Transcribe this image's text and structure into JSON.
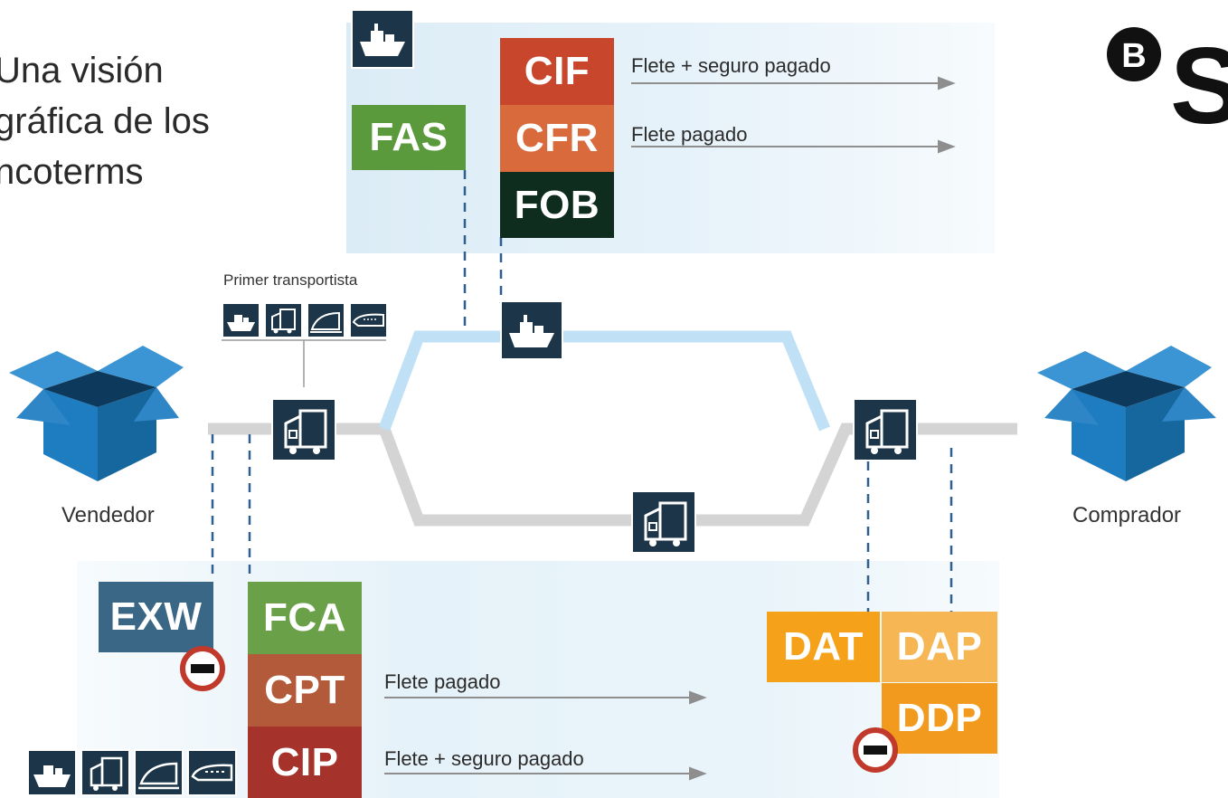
{
  "title": "Una visión\ngráfica de los\nncoterms",
  "logo_letters": "BS",
  "parties": {
    "seller": "Vendedor",
    "buyer": "Comprador"
  },
  "first_carrier_label": "Primer transportista",
  "top_terms": [
    {
      "code": "CIF",
      "color": "#c8462b",
      "note": "Flete + seguro pagado"
    },
    {
      "code": "CFR",
      "color": "#d96a3c",
      "note": "Flete pagado"
    },
    {
      "code": "FOB",
      "color": "#0f2d1f"
    }
  ],
  "fas_term": {
    "code": "FAS",
    "color": "#5a9a3c"
  },
  "exw_term": {
    "code": "EXW",
    "color": "#3a6785"
  },
  "bottom_terms": [
    {
      "code": "FCA",
      "color": "#6aa048"
    },
    {
      "code": "CPT",
      "color": "#b25a3a",
      "note": "Flete pagado"
    },
    {
      "code": "CIP",
      "color": "#a5322b",
      "note": "Flete + seguro pagado"
    }
  ],
  "delivery_terms": [
    {
      "code": "DAT",
      "color": "#f5a21a"
    },
    {
      "code": "DAP",
      "color": "#f7b654"
    },
    {
      "code": "DDP",
      "color": "#f29a1e"
    }
  ],
  "colors": {
    "route_gray": "#d4d4d4",
    "route_sea": "#bfe0f5",
    "dashed": "#2f5f8f",
    "arrow": "#8e8e8e",
    "box_blue": "#1e7cc0"
  },
  "icons": [
    "ship-icon",
    "truck-icon",
    "train-icon",
    "plane-icon",
    "minus-sign-icon",
    "open-box-icon"
  ]
}
